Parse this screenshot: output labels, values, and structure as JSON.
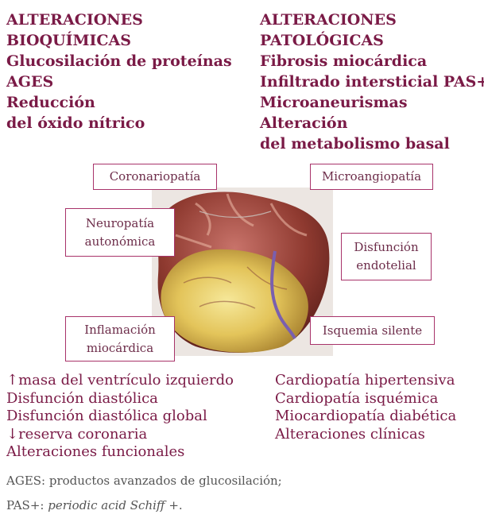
{
  "left_column": {
    "heading_lines": [
      "ALTERACIONES",
      "BIOQUÍMICAS"
    ],
    "items": [
      "Glucosilación de proteínas",
      "AGES",
      "Reducción",
      "del óxido nítrico"
    ]
  },
  "right_column": {
    "heading_lines": [
      "ALTERACIONES",
      "PATOLÓGICAS"
    ],
    "items": [
      "Fibrosis miocárdica",
      "Infiltrado intersticial PAS+",
      "Microaneurismas",
      "Alteración",
      "del metabolismo basal"
    ]
  },
  "labels": {
    "coronariopatia": "Coronariopatía",
    "microangiopatia": "Microangiopatía",
    "neuropatia": [
      "Neuropatía",
      "autonómica"
    ],
    "disfuncion": [
      "Disfunción",
      "endotelial"
    ],
    "inflamacion": [
      "Inflamación",
      "miocárdica"
    ],
    "isquemia": "Isquemia silente"
  },
  "bottom_left": [
    "↑masa del ventrículo izquierdo",
    "Disfunción diastólica",
    "Disfunción diastólica global",
    "↓reserva coronaria",
    "Alteraciones funcionales"
  ],
  "bottom_right": [
    "Cardiopatía hipertensiva",
    "Cardiopatía isquémica",
    "Miocardiopatía diabética",
    "Alteraciones clínicas"
  ],
  "footnote": {
    "line1": "AGES: productos avanzados de glucosilación;",
    "line2_prefix": "PAS+: ",
    "line2_italic": "periodic acid Schiff",
    "line2_suffix": " +."
  },
  "colors": {
    "heading": "#7a1a46",
    "label_border": "#a8336a",
    "label_text": "#6d2d4a"
  }
}
